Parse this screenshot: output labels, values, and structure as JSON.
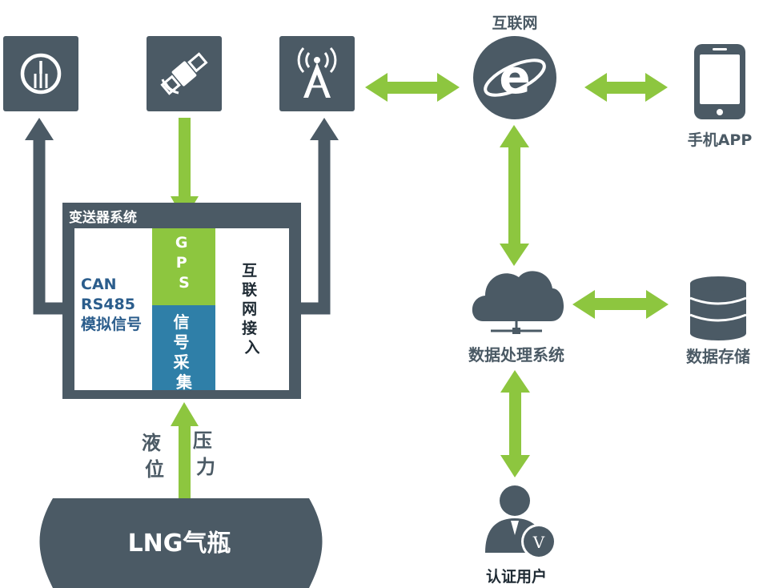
{
  "colors": {
    "slate": "#4b5a65",
    "green": "#8dc63f",
    "blue": "#2f7fa8",
    "white": "#ffffff"
  },
  "icons": {
    "gauge": "gauge-icon",
    "satellite": "satellite-icon",
    "antenna": "antenna-icon",
    "internet": "internet-explorer-icon",
    "phone": "smartphone-icon",
    "cloud": "cloud-server-icon",
    "database": "database-icon",
    "user": "certified-user-icon"
  },
  "internet": {
    "label": "互联网"
  },
  "phone": {
    "label": "手机APP"
  },
  "transmitter": {
    "title": "变送器系统",
    "left_lines": [
      "CAN",
      "RS485",
      "模拟信号"
    ],
    "gps_chars": [
      "G",
      "P",
      "S"
    ],
    "signal_chars": [
      "信",
      "号",
      "采",
      "集"
    ],
    "net_chars": [
      "互",
      "联",
      "网",
      "接",
      "入"
    ]
  },
  "processing": {
    "label": "数据处理系统"
  },
  "storage": {
    "label": "数据存储"
  },
  "user": {
    "label": "认证用户",
    "badge": "V"
  },
  "inputs": {
    "level_chars": [
      "液",
      "位"
    ],
    "pressure_chars": [
      "压",
      "力"
    ]
  },
  "tank": {
    "label": "LNG气瓶"
  }
}
